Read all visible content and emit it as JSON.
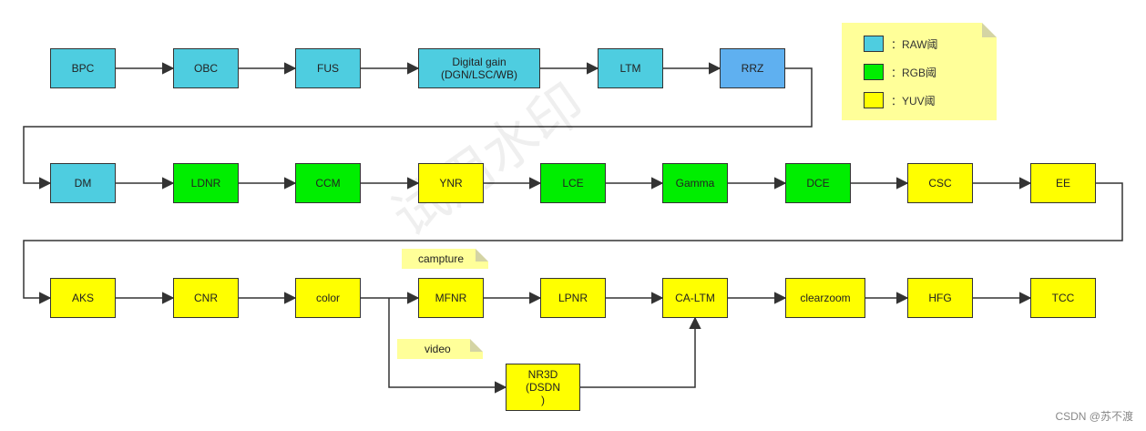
{
  "colors": {
    "raw": "#4ecde0",
    "rgb": "#00ee00",
    "yuv": "#ffff00",
    "rrz": "#5fb0f0",
    "note": "#ffff99",
    "line": "#333333"
  },
  "nodes": [
    {
      "id": "bpc",
      "label": "BPC",
      "kind": "raw"
    },
    {
      "id": "obc",
      "label": "OBC",
      "kind": "raw"
    },
    {
      "id": "fus",
      "label": "FUS",
      "kind": "raw"
    },
    {
      "id": "dgn",
      "label": "Digital gain\n(DGN/LSC/WB)",
      "kind": "raw"
    },
    {
      "id": "ltm",
      "label": "LTM",
      "kind": "raw"
    },
    {
      "id": "rrz",
      "label": "RRZ",
      "kind": "rrz"
    },
    {
      "id": "dm",
      "label": "DM",
      "kind": "raw"
    },
    {
      "id": "ldnr",
      "label": "LDNR",
      "kind": "rgb"
    },
    {
      "id": "ccm",
      "label": "CCM",
      "kind": "rgb"
    },
    {
      "id": "ynr",
      "label": "YNR",
      "kind": "yuv"
    },
    {
      "id": "lce",
      "label": "LCE",
      "kind": "rgb"
    },
    {
      "id": "gamma",
      "label": "Gamma",
      "kind": "rgb"
    },
    {
      "id": "dce",
      "label": "DCE",
      "kind": "rgb"
    },
    {
      "id": "csc",
      "label": "CSC",
      "kind": "yuv"
    },
    {
      "id": "ee",
      "label": "EE",
      "kind": "yuv"
    },
    {
      "id": "aks",
      "label": "AKS",
      "kind": "yuv"
    },
    {
      "id": "cnr",
      "label": "CNR",
      "kind": "yuv"
    },
    {
      "id": "color",
      "label": "color",
      "kind": "yuv"
    },
    {
      "id": "mfnr",
      "label": "MFNR",
      "kind": "yuv"
    },
    {
      "id": "lpnr",
      "label": "LPNR",
      "kind": "yuv"
    },
    {
      "id": "caltm",
      "label": "CA-LTM",
      "kind": "yuv"
    },
    {
      "id": "clearzoom",
      "label": "clearzoom",
      "kind": "yuv"
    },
    {
      "id": "hfg",
      "label": "HFG",
      "kind": "yuv"
    },
    {
      "id": "tcc",
      "label": "TCC",
      "kind": "yuv"
    },
    {
      "id": "nr3d",
      "label": "NR3D\n(DSDN\n)",
      "kind": "yuv"
    }
  ],
  "edges": [
    [
      "bpc",
      "obc"
    ],
    [
      "obc",
      "fus"
    ],
    [
      "fus",
      "dgn"
    ],
    [
      "dgn",
      "ltm"
    ],
    [
      "ltm",
      "rrz"
    ],
    [
      "rrz",
      "dm"
    ],
    [
      "dm",
      "ldnr"
    ],
    [
      "ldnr",
      "ccm"
    ],
    [
      "ccm",
      "ynr"
    ],
    [
      "ynr",
      "lce"
    ],
    [
      "lce",
      "gamma"
    ],
    [
      "gamma",
      "dce"
    ],
    [
      "dce",
      "csc"
    ],
    [
      "csc",
      "ee"
    ],
    [
      "ee",
      "aks"
    ],
    [
      "aks",
      "cnr"
    ],
    [
      "cnr",
      "color"
    ],
    [
      "color",
      "mfnr"
    ],
    [
      "mfnr",
      "lpnr"
    ],
    [
      "lpnr",
      "caltm"
    ],
    [
      "caltm",
      "clearzoom"
    ],
    [
      "clearzoom",
      "hfg"
    ],
    [
      "hfg",
      "tcc"
    ],
    [
      "color",
      "nr3d"
    ],
    [
      "nr3d",
      "caltm"
    ]
  ],
  "notes": {
    "campture": "campture",
    "video": "video"
  },
  "legend": [
    {
      "kind": "raw",
      "label": "：RAW阈"
    },
    {
      "kind": "rgb",
      "label": "：RGB阈"
    },
    {
      "kind": "yuv",
      "label": "：YUV阈"
    }
  ],
  "watermark": "试用水印",
  "credit": "CSDN @苏不渡"
}
